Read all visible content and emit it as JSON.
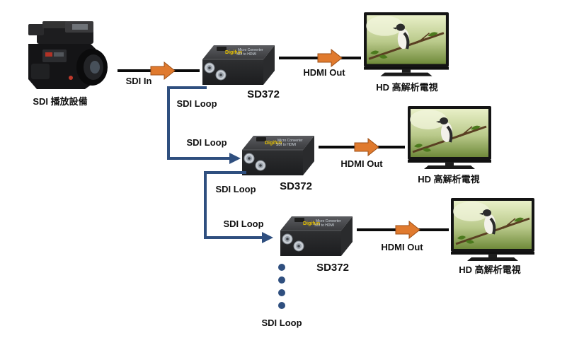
{
  "colors": {
    "cable": "#0a0a0a",
    "loop_line": "#2f4f7f",
    "arrow_fill": "#e07a2e",
    "arrow_stroke": "#9c4e15",
    "converter_body": "#3b3b3d",
    "tv_frame": "#1a1a1a",
    "dot": "#2f4f7f"
  },
  "source": {
    "label": "SDI 播放設備",
    "icon": "video-camera-icon",
    "output_label": "SDI In"
  },
  "converters": [
    {
      "model_label": "SD372",
      "device_brand": "Digifun",
      "device_text_1": "Micro Converter",
      "device_text_2": "SDI to HDMI",
      "hdmi_label": "HDMI Out",
      "display_label": "HD 高解析電視",
      "loop_label": "SDI Loop"
    },
    {
      "model_label": "SD372",
      "device_brand": "Digifun",
      "device_text_1": "Micro Converter",
      "device_text_2": "SDI to HDMI",
      "hdmi_label": "HDMI Out",
      "display_label": "HD 高解析電視",
      "loop_label": "SDI Loop",
      "loop_in_label": "SDI Loop"
    },
    {
      "model_label": "SD372",
      "device_brand": "Digifun",
      "device_text_1": "Micro Converter",
      "device_text_2": "SDI to HDMI",
      "hdmi_label": "HDMI Out",
      "display_label": "HD 高解析電視",
      "loop_in_label": "SDI Loop"
    }
  ],
  "continuation": {
    "dots": 4,
    "label": "SDI Loop"
  }
}
